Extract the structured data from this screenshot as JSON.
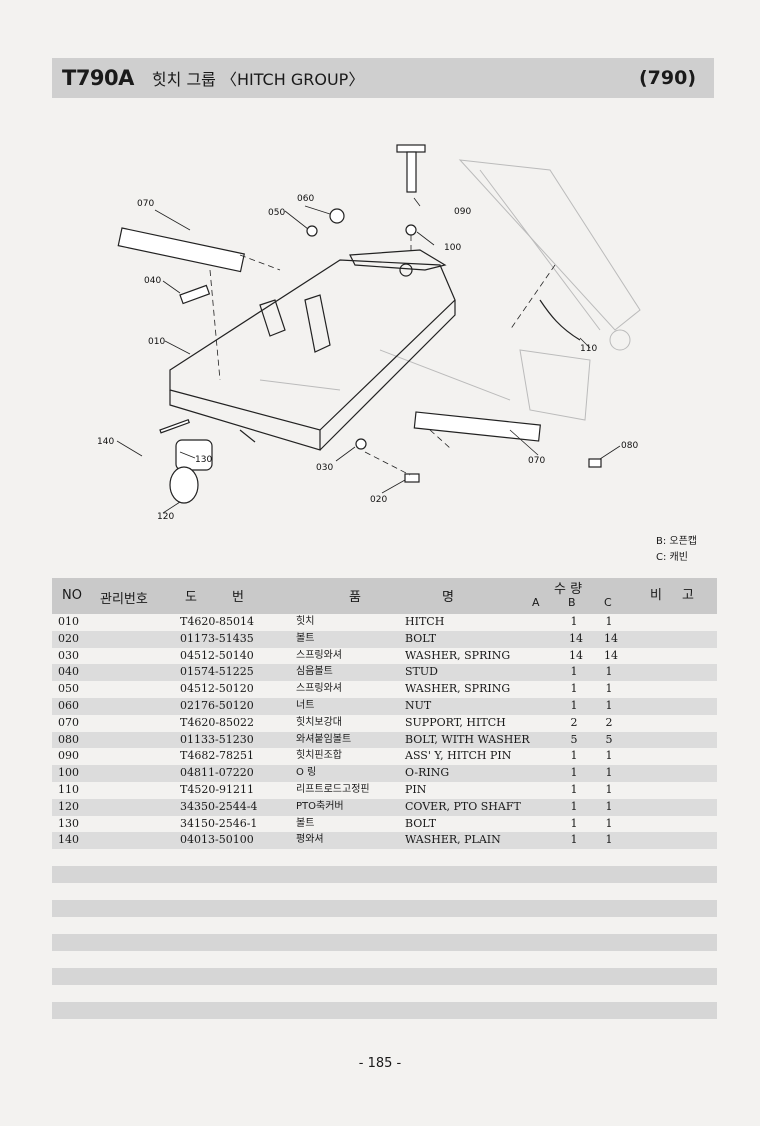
{
  "header": {
    "code": "T790A",
    "title": "힛치 그룹 〈HITCH GROUP〉",
    "page_code": "(790)"
  },
  "callouts": {
    "c010": "010",
    "c020": "020",
    "c030": "030",
    "c040": "040",
    "c050": "050",
    "c060": "060",
    "c070a": "070",
    "c070b": "070",
    "c080": "080",
    "c090": "090",
    "c100": "100",
    "c110": "110",
    "c120": "120",
    "c130": "130",
    "c140": "140"
  },
  "legend": {
    "b": "B: 오픈캡",
    "c": "C: 캐빈"
  },
  "table": {
    "headers": {
      "no": "NO",
      "mgmt": "관리번호",
      "drawing_1": "도",
      "drawing_2": "번",
      "name_1": "품",
      "name_2": "명",
      "qty": "수 량",
      "qty_a": "A",
      "qty_b": "B",
      "qty_c": "C",
      "remark_1": "비",
      "remark_2": "고"
    },
    "rows": [
      {
        "no": "010",
        "part": "T4620-85014",
        "kname": "힛치",
        "ename": "HITCH",
        "b": "1",
        "c": "1"
      },
      {
        "no": "020",
        "part": "01173-51435",
        "kname": "볼트",
        "ename": "BOLT",
        "b": "14",
        "c": "14"
      },
      {
        "no": "030",
        "part": "04512-50140",
        "kname": "스프링와셔",
        "ename": "WASHER, SPRING",
        "b": "14",
        "c": "14"
      },
      {
        "no": "040",
        "part": "01574-51225",
        "kname": "심음볼트",
        "ename": "STUD",
        "b": "1",
        "c": "1"
      },
      {
        "no": "050",
        "part": "04512-50120",
        "kname": "스프링와셔",
        "ename": "WASHER, SPRING",
        "b": "1",
        "c": "1"
      },
      {
        "no": "060",
        "part": "02176-50120",
        "kname": "너트",
        "ename": "NUT",
        "b": "1",
        "c": "1"
      },
      {
        "no": "070",
        "part": "T4620-85022",
        "kname": "힛치보강대",
        "ename": "SUPPORT, HITCH",
        "b": "2",
        "c": "2"
      },
      {
        "no": "080",
        "part": "01133-51230",
        "kname": "와셔붙임볼트",
        "ename": "BOLT, WITH WASHER",
        "b": "5",
        "c": "5"
      },
      {
        "no": "090",
        "part": "T4682-78251",
        "kname": "힛치핀조합",
        "ename": "ASS' Y, HITCH PIN",
        "b": "1",
        "c": "1"
      },
      {
        "no": "100",
        "part": "04811-07220",
        "kname": "O 링",
        "ename": "O-RING",
        "b": "1",
        "c": "1"
      },
      {
        "no": "110",
        "part": "T4520-91211",
        "kname": "리프트로드고정핀",
        "ename": "PIN",
        "b": "1",
        "c": "1"
      },
      {
        "no": "120",
        "part": "34350-2544-4",
        "kname": "PTO축커버",
        "ename": "COVER, PTO SHAFT",
        "b": "1",
        "c": "1"
      },
      {
        "no": "130",
        "part": "34150-2546-1",
        "kname": "볼트",
        "ename": "BOLT",
        "b": "1",
        "c": "1"
      },
      {
        "no": "140",
        "part": "04013-50100",
        "kname": "평와셔",
        "ename": "WASHER, PLAIN",
        "b": "1",
        "c": "1"
      }
    ]
  },
  "page_number": "- 185 -"
}
